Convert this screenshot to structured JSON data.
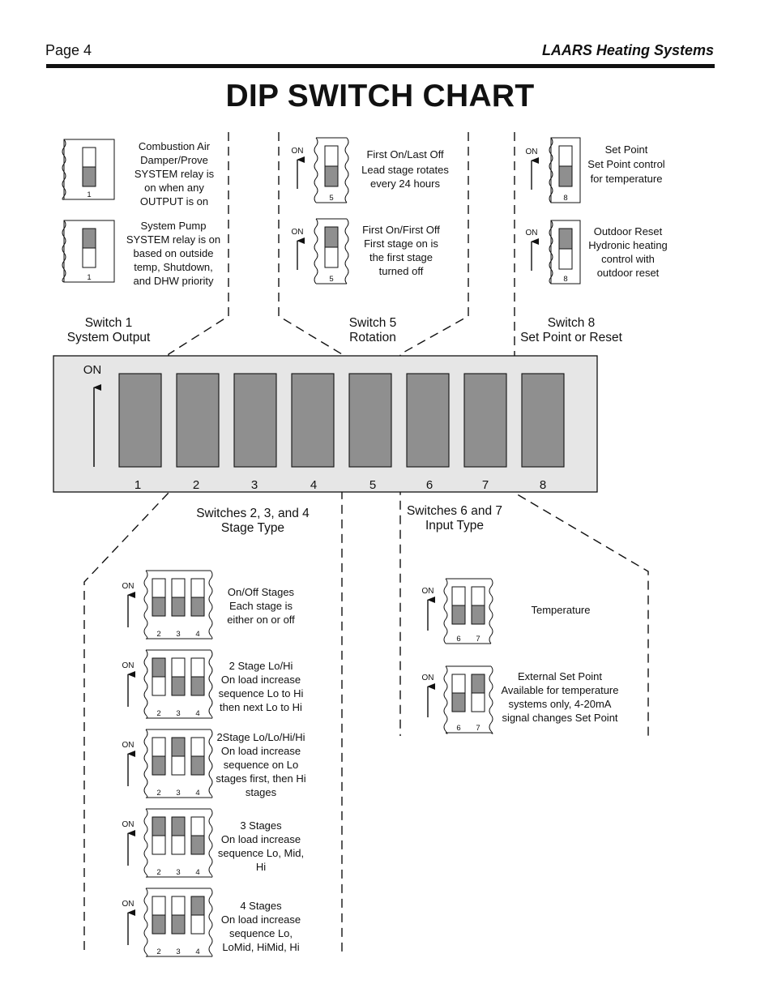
{
  "header": {
    "page_label": "Page 4",
    "brand": "LAARS Heating Systems"
  },
  "title": "DIP SWITCH CHART",
  "main_switch": {
    "on_label": "ON",
    "numbers": [
      "1",
      "2",
      "3",
      "4",
      "5",
      "6",
      "7",
      "8"
    ]
  },
  "group_labels": {
    "switch1": [
      "Switch 1",
      "System Output"
    ],
    "switch5": [
      "Switch 5",
      "Rotation"
    ],
    "switch8": [
      "Switch 8",
      "Set Point or Reset"
    ],
    "switches234": [
      "Switches 2, 3, and 4",
      "Stage Type"
    ],
    "switches67": [
      "Switches 6 and 7",
      "Input Type"
    ]
  },
  "mini_on_label": "ON",
  "switch1_options": [
    {
      "number": "1",
      "lines": [
        "Combustion Air",
        "Damper/Prove",
        "SYSTEM relay is",
        "on when any",
        "OUTPUT is on"
      ]
    },
    {
      "number": "1",
      "lines": [
        "System Pump",
        "SYSTEM relay is on",
        "based on outside",
        "temp, Shutdown,",
        "and DHW priority"
      ]
    }
  ],
  "switch5_options": [
    {
      "number": "5",
      "lines": [
        "First On/Last Off",
        "Lead stage rotates",
        "every 24 hours"
      ]
    },
    {
      "number": "5",
      "lines": [
        "First On/First Off",
        "First stage on is",
        "the first stage",
        "turned off"
      ]
    }
  ],
  "switch8_options": [
    {
      "number": "8",
      "lines": [
        "Set Point",
        "Set Point control",
        "for temperature"
      ]
    },
    {
      "number": "8",
      "lines": [
        "Outdoor Reset",
        "Hydronic heating",
        "control with",
        "outdoor reset"
      ]
    }
  ],
  "stage_options": [
    {
      "numbers": [
        "2",
        "3",
        "4"
      ],
      "lines": [
        "On/Off Stages",
        "Each stage is",
        "either on or off"
      ]
    },
    {
      "numbers": [
        "2",
        "3",
        "4"
      ],
      "lines": [
        "2 Stage Lo/Hi",
        "On load increase",
        "sequence Lo to Hi",
        "then next Lo to Hi"
      ]
    },
    {
      "numbers": [
        "2",
        "3",
        "4"
      ],
      "lines": [
        "2Stage Lo/Lo/Hi/Hi",
        "On load increase",
        "sequence on Lo",
        "stages first, then Hi",
        "stages"
      ]
    },
    {
      "numbers": [
        "2",
        "3",
        "4"
      ],
      "lines": [
        "3 Stages",
        "On load increase",
        "sequence Lo, Mid,",
        "Hi"
      ]
    },
    {
      "numbers": [
        "2",
        "3",
        "4"
      ],
      "lines": [
        "4 Stages",
        "On load increase",
        "sequence Lo,",
        "LoMid, HiMid, Hi"
      ]
    }
  ],
  "input_options": [
    {
      "numbers": [
        "6",
        "7"
      ],
      "lines": [
        "Temperature"
      ]
    },
    {
      "numbers": [
        "6",
        "7"
      ],
      "lines": [
        "External Set Point",
        "Available for temperature",
        "systems only, 4-20mA",
        "signal changes Set Point"
      ]
    }
  ],
  "colors": {
    "switch_fill": "#8f8f8f",
    "panel_fill": "#e6e6e6",
    "ink": "#111111"
  }
}
